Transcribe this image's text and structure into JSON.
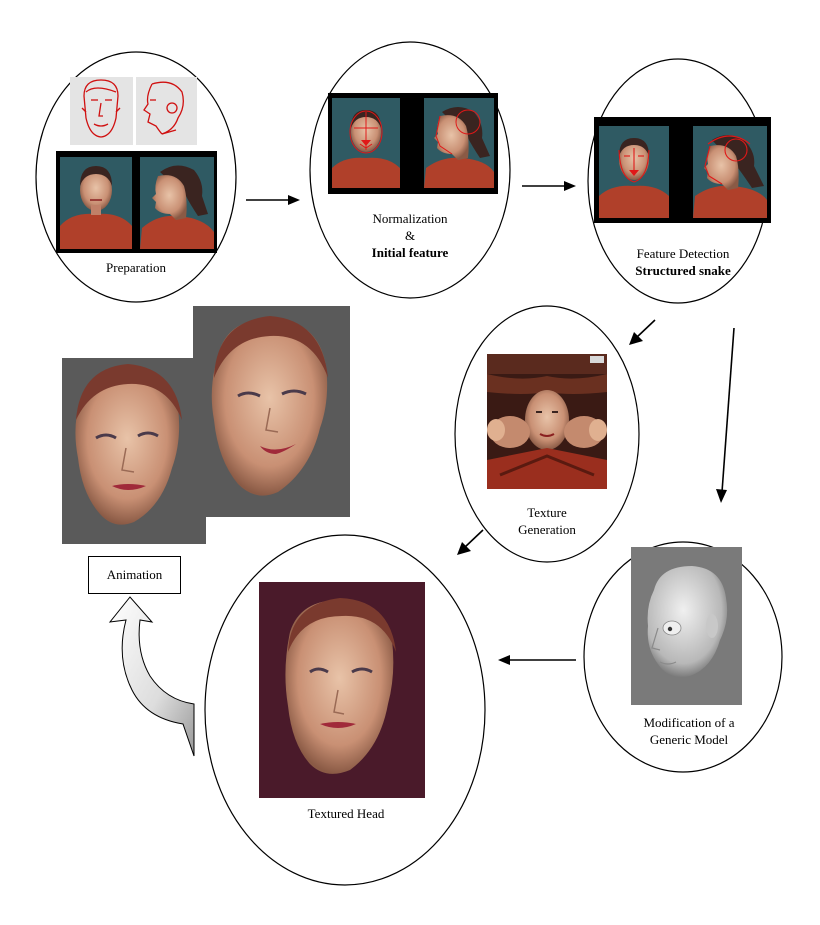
{
  "stages": {
    "preparation": {
      "label": "Preparation"
    },
    "normalization": {
      "line1": "Normalization",
      "line2": "&",
      "line3": "Initial feature"
    },
    "feature_detection": {
      "line1": "Feature Detection",
      "line2": "Structured snake"
    },
    "texture_generation": {
      "line1": "Texture",
      "line2": "Generation"
    },
    "modification": {
      "line1": "Modification of a",
      "line2": "Generic Model"
    },
    "textured_head": {
      "label": "Textured Head"
    }
  },
  "animation": {
    "label": "Animation"
  },
  "colors": {
    "photo_bg": "#2f5a63",
    "sweater": "#b0402a",
    "skin": "#d9a07f",
    "hair": "#3a2420",
    "sketch_red": "#d01010",
    "render_gray": "#5a5a5a",
    "maroon_bg": "#4a1a2a",
    "model_gray": "#7a7a7a"
  }
}
